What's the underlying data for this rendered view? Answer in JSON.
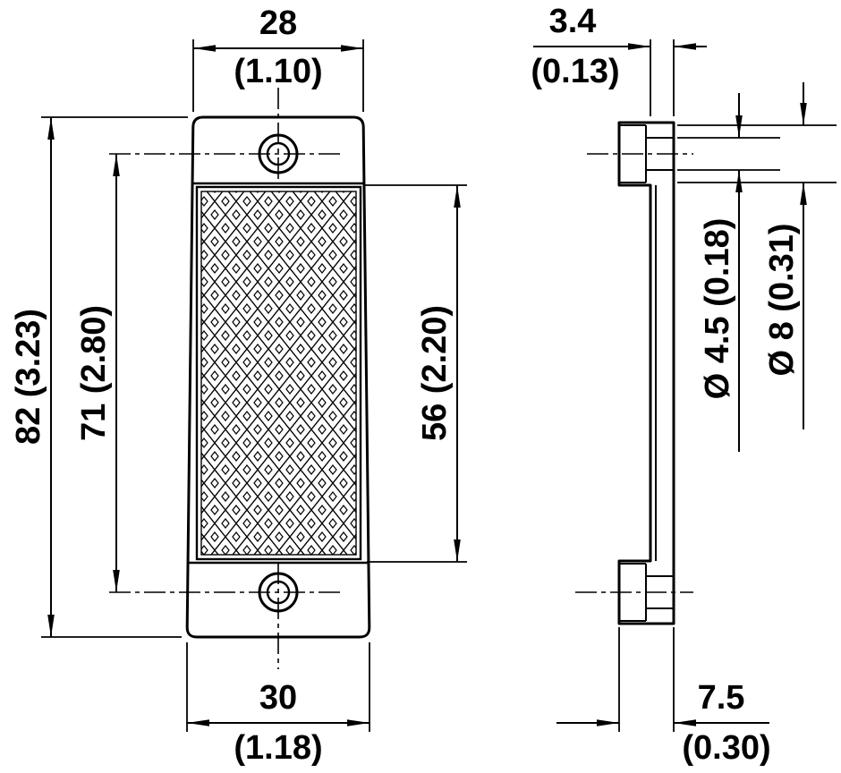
{
  "page": {
    "background": "#ffffff",
    "line_color": "#000000"
  },
  "front_view": {
    "dims": {
      "width_top": {
        "mm": "28",
        "inch": "(1.10)"
      },
      "height_overall": {
        "label": "82 (3.23)"
      },
      "hole_spacing": {
        "label": "71 (2.80)"
      },
      "reflector_height": {
        "label": "56 (2.20)"
      },
      "width_bottom": {
        "mm": "30",
        "inch": "(1.18)"
      }
    }
  },
  "side_view": {
    "dims": {
      "thickness": {
        "mm": "3.4",
        "inch": "(0.13)"
      },
      "hole_diameter": {
        "label": "Ø 4.5 (0.18)"
      },
      "counterbore_diameter": {
        "label": "Ø 8 (0.31)"
      },
      "depth": {
        "mm": "7.5",
        "inch": "(0.30)"
      }
    }
  }
}
